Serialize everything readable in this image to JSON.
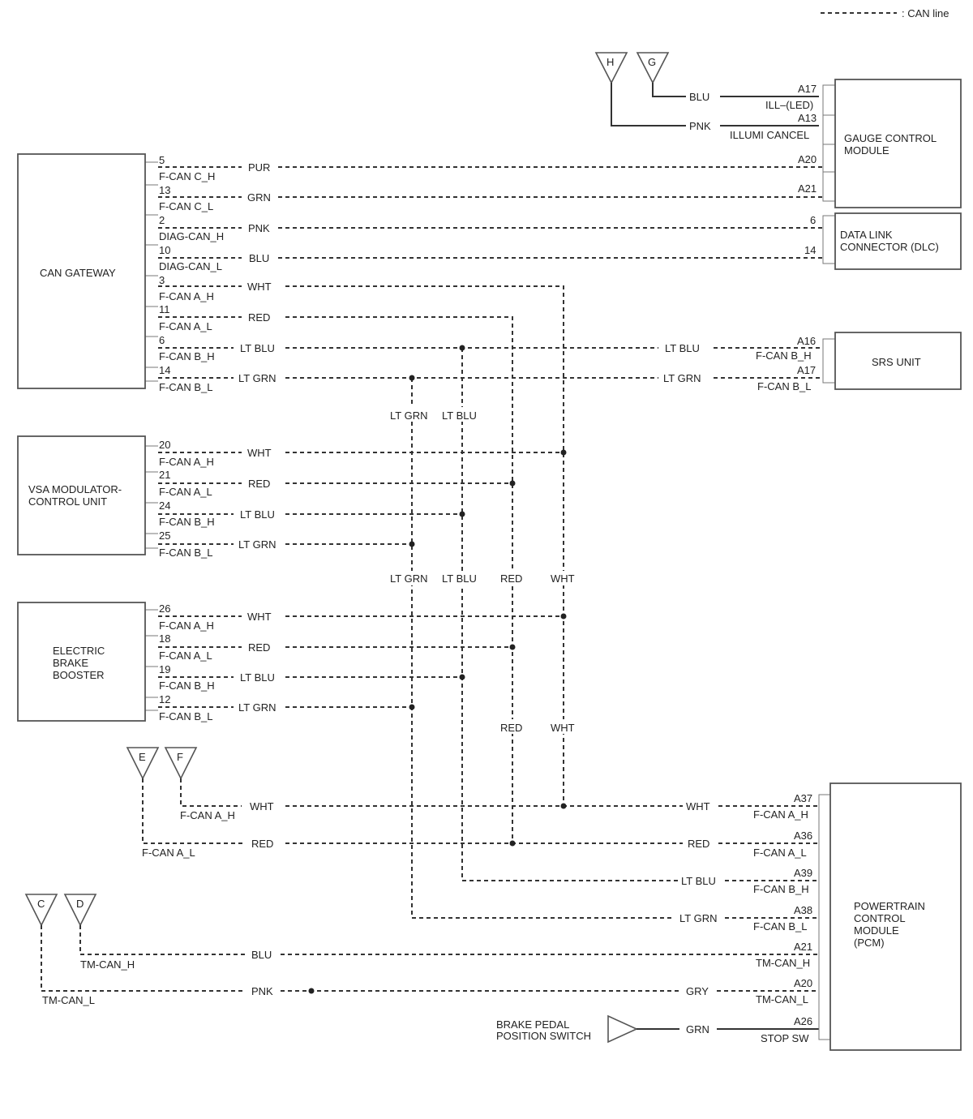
{
  "legend": {
    "label": ": CAN line"
  },
  "components": {
    "can_gateway": "CAN GATEWAY",
    "vsa": [
      "VSA MODULATOR-",
      "CONTROL UNIT"
    ],
    "ebb": [
      "ELECTRIC",
      "BRAKE",
      "BOOSTER"
    ],
    "gauge": [
      "GAUGE CONTROL",
      "MODULE"
    ],
    "dlc": [
      "DATA LINK",
      "CONNECTOR (DLC)"
    ],
    "srs": "SRS UNIT",
    "pcm": [
      "POWERTRAIN",
      "CONTROL",
      "MODULE",
      "(PCM)"
    ],
    "brake_switch": [
      "BRAKE PEDAL",
      "POSITION SWITCH"
    ]
  },
  "connectors": {
    "H": "H",
    "G": "G",
    "E": "E",
    "F": "F",
    "C": "C",
    "D": "D"
  },
  "gateway_pins": [
    {
      "pin": "5",
      "signal": "F-CAN C_H",
      "color": "PUR"
    },
    {
      "pin": "13",
      "signal": "F-CAN C_L",
      "color": "GRN"
    },
    {
      "pin": "2",
      "signal": "DIAG-CAN_H",
      "color": "PNK"
    },
    {
      "pin": "10",
      "signal": "DIAG-CAN_L",
      "color": "BLU"
    },
    {
      "pin": "3",
      "signal": "F-CAN A_H",
      "color": "WHT"
    },
    {
      "pin": "11",
      "signal": "F-CAN A_L",
      "color": "RED"
    },
    {
      "pin": "6",
      "signal": "F-CAN B_H",
      "color": "LT BLU"
    },
    {
      "pin": "14",
      "signal": "F-CAN B_L",
      "color": "LT GRN"
    }
  ],
  "vsa_pins": [
    {
      "pin": "20",
      "signal": "F-CAN A_H",
      "color": "WHT"
    },
    {
      "pin": "21",
      "signal": "F-CAN A_L",
      "color": "RED"
    },
    {
      "pin": "24",
      "signal": "F-CAN B_H",
      "color": "LT BLU"
    },
    {
      "pin": "25",
      "signal": "F-CAN B_L",
      "color": "LT GRN"
    }
  ],
  "ebb_pins": [
    {
      "pin": "26",
      "signal": "F-CAN A_H",
      "color": "WHT"
    },
    {
      "pin": "18",
      "signal": "F-CAN A_L",
      "color": "RED"
    },
    {
      "pin": "19",
      "signal": "F-CAN B_H",
      "color": "LT BLU"
    },
    {
      "pin": "12",
      "signal": "F-CAN B_L",
      "color": "LT GRN"
    }
  ],
  "gauge_pins": [
    {
      "pin": "A17",
      "signal": "ILL–(LED)",
      "color": "BLU"
    },
    {
      "pin": "A13",
      "signal": "ILLUMI CANCEL",
      "color": "PNK"
    },
    {
      "pin": "A20",
      "signal": "",
      "color": ""
    },
    {
      "pin": "A21",
      "signal": "",
      "color": ""
    }
  ],
  "dlc_pins": [
    {
      "pin": "6",
      "signal": "",
      "color": ""
    },
    {
      "pin": "14",
      "signal": "",
      "color": ""
    }
  ],
  "srs_pins": [
    {
      "pin": "A16",
      "signal": "F-CAN B_H",
      "color": "LT BLU"
    },
    {
      "pin": "A17",
      "signal": "F-CAN B_L",
      "color": "LT GRN"
    }
  ],
  "pcm_pins": [
    {
      "pin": "A37",
      "signal": "F-CAN A_H",
      "color": "WHT"
    },
    {
      "pin": "A36",
      "signal": "F-CAN A_L",
      "color": "RED"
    },
    {
      "pin": "A39",
      "signal": "F-CAN B_H",
      "color": "LT BLU"
    },
    {
      "pin": "A38",
      "signal": "F-CAN B_L",
      "color": "LT GRN"
    },
    {
      "pin": "A21",
      "signal": "TM-CAN_H",
      "color": "BLU"
    },
    {
      "pin": "A20",
      "signal": "TM-CAN_L",
      "color": "GRY"
    },
    {
      "pin": "A26",
      "signal": "STOP SW",
      "color": "GRN"
    }
  ],
  "left_wires": {
    "f_label": "F-CAN A_H",
    "f_color": "WHT",
    "e_label": "F-CAN A_L",
    "e_color": "RED",
    "d_label": "TM-CAN_H",
    "d_color": "BLU",
    "c_label": "TM-CAN_L",
    "c_color": "PNK"
  },
  "bus_labels": {
    "upper": [
      "LT GRN",
      "LT BLU"
    ],
    "middle": [
      "LT GRN",
      "LT BLU",
      "RED",
      "WHT"
    ],
    "lower": [
      "RED",
      "WHT"
    ]
  }
}
